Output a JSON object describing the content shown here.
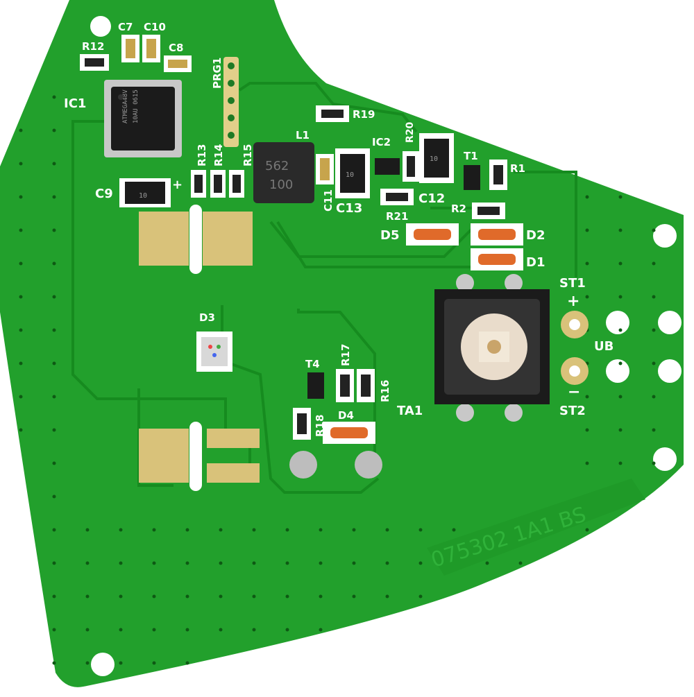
{
  "board": {
    "colors": {
      "pcb": "#22a02c",
      "pcb_dark": "#178a20",
      "trace": "#168b1f",
      "silk": "#ffffff",
      "pad": "#d9c27a",
      "ic_body": "#1b1b1b",
      "background": "#ffffff"
    },
    "labels": {
      "ic1": "IC1",
      "c7": "C7",
      "c10": "C10",
      "c8": "C8",
      "r12": "R12",
      "prg1": "PRG1",
      "r13": "R13",
      "r14": "R14",
      "r15": "R15",
      "c9": "C9",
      "c9_plus": "+",
      "l1": "L1",
      "r19": "R19",
      "ic2": "IC2",
      "r20": "R20",
      "t1": "T1",
      "r1": "R1",
      "c11": "C11",
      "c13": "C13",
      "c12": "C12",
      "r2": "R2",
      "r21": "R21",
      "d5": "D5",
      "d2": "D2",
      "d1": "D1",
      "st1": "ST1",
      "st1_plus": "+",
      "ub": "UB",
      "st2_minus": "−",
      "st2": "ST2",
      "ta1": "TA1",
      "d3": "D3",
      "t4": "T4",
      "r17": "R17",
      "r16": "R16",
      "r18": "R18",
      "d4": "D4",
      "board_id": "075302 1A1 BS"
    },
    "chip_markings": {
      "ic1_line1": "ATMEGA48V",
      "ic1_line2": "10AU 0615",
      "l1_line1": "562",
      "l1_line2": "100",
      "c9_mark": "10",
      "c13_mark": "10",
      "c12_mark": "10"
    }
  }
}
